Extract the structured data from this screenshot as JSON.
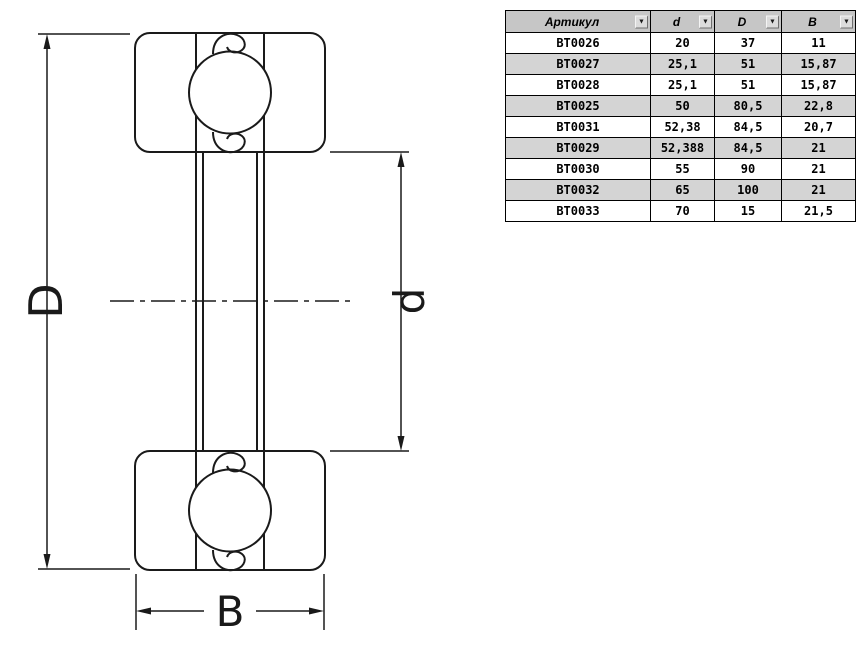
{
  "drawing": {
    "dim_outer": "D",
    "dim_inner": "d",
    "dim_width": "B"
  },
  "table": {
    "headers": [
      "Артикул",
      "d",
      "D",
      "B"
    ],
    "filter_icon": "▼",
    "rows": [
      [
        "BT0026",
        "20",
        "37",
        "11"
      ],
      [
        "BT0027",
        "25,1",
        "51",
        "15,87"
      ],
      [
        "BT0028",
        "25,1",
        "51",
        "15,87"
      ],
      [
        "BT0025",
        "50",
        "80,5",
        "22,8"
      ],
      [
        "BT0031",
        "52,38",
        "84,5",
        "20,7"
      ],
      [
        "BT0029",
        "52,388",
        "84,5",
        "21"
      ],
      [
        "BT0030",
        "55",
        "90",
        "21"
      ],
      [
        "BT0032",
        "65",
        "100",
        "21"
      ],
      [
        "BT0033",
        "70",
        "15",
        "21,5"
      ]
    ],
    "colors": {
      "header_bg": "#c6c6c6",
      "alt_row_bg": "#d4d4d4",
      "border": "#000000"
    }
  }
}
